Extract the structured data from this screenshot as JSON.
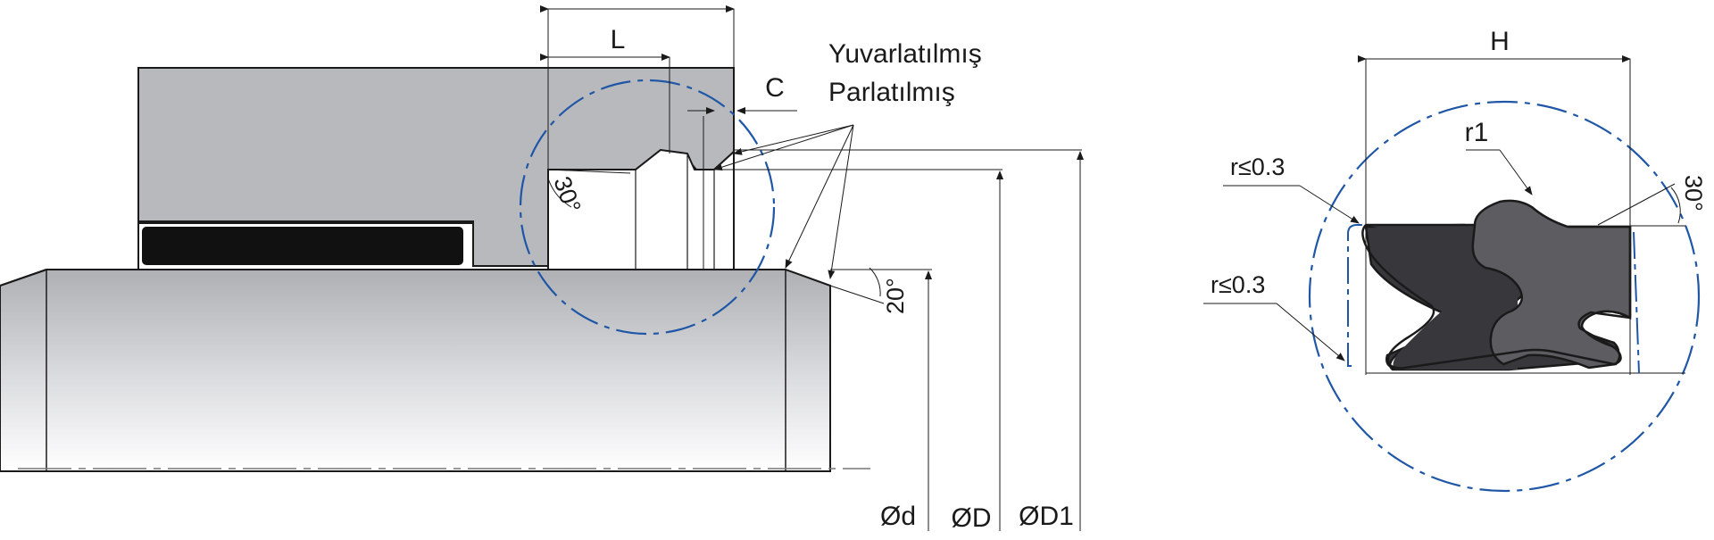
{
  "diagram": {
    "labels": {
      "length": "L",
      "chamfer": "C",
      "note_rounded": "Yuvarlatılmış",
      "note_polished": "Parlatılmış",
      "angle_groove": "30°",
      "angle_rod": "20°",
      "dia_rod": "Ød",
      "dia_groove": "ØD",
      "dia_outer": "ØD1",
      "height": "H",
      "radius_top": "r1",
      "radius_corner_upper": "r≤0.3",
      "radius_corner_lower": "r≤0.3",
      "angle_seal": "30°"
    },
    "colors": {
      "housing": "#b8b9bd",
      "seal_dark": "#38383c",
      "seal_mid": "#5c5c61",
      "detail_circle": "#1f56a6",
      "line": "#1a1a1a"
    }
  }
}
